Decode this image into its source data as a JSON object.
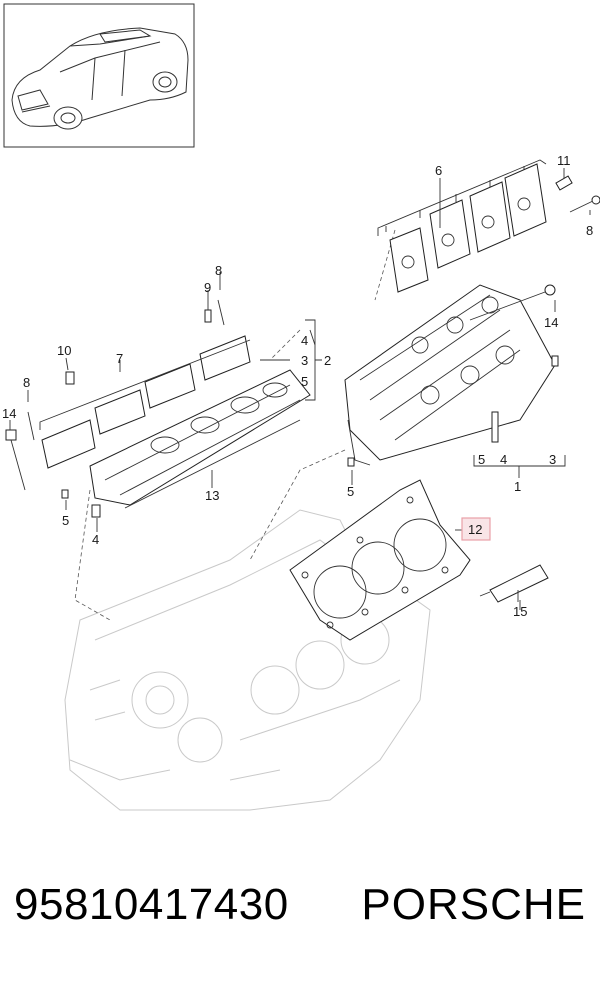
{
  "diagram": {
    "callouts": {
      "c1": "1",
      "c2": "2",
      "c3a": "3",
      "c3b": "3",
      "c4a": "4",
      "c4b": "4",
      "c4c": "4",
      "c5a": "5",
      "c5b": "5",
      "c5c": "5",
      "c5d": "5",
      "c6": "6",
      "c7": "7",
      "c8a": "8",
      "c8b": "8",
      "c8c": "8",
      "c9": "9",
      "c10": "10",
      "c11": "11",
      "c12": "12",
      "c13": "13",
      "c14a": "14",
      "c14b": "14",
      "c15": "15"
    },
    "highlight_color": "#e8a0a8"
  },
  "footer": {
    "part_number": "95810417430",
    "brand": "PORSCHE"
  }
}
